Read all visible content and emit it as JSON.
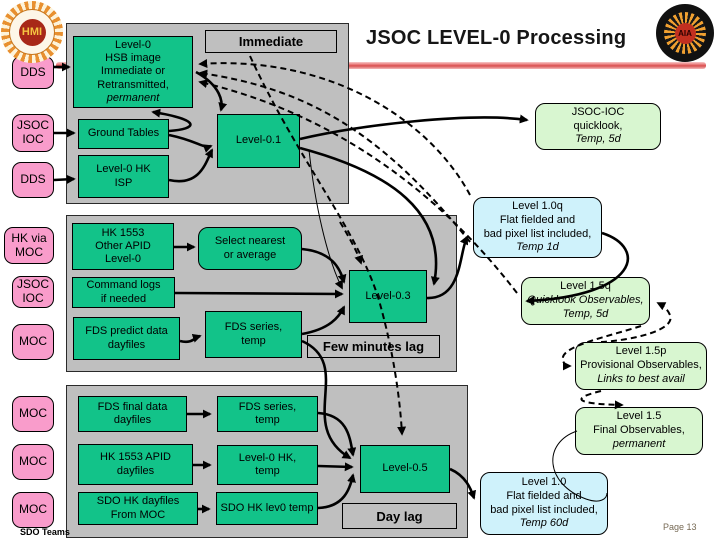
{
  "header": {
    "title": "JSOC LEVEL-0 Processing",
    "left_logo_text": "HMI",
    "right_logo_text": "AIA"
  },
  "footer": {
    "team": "SDO Teams",
    "page": "Page 13"
  },
  "stage_labels": {
    "immediate": "Immediate",
    "few_minutes_lag": "Few minutes lag",
    "day_lag": "Day lag"
  },
  "sources": {
    "dds_1": "DDS",
    "jsoc_ioc_1": "JSOC IOC",
    "dds_2": "DDS",
    "hk_via_moc": "HK via MOC",
    "jsoc_ioc_2": "JSOC IOC",
    "moc_1": "MOC",
    "moc_2": "MOC",
    "moc_3": "MOC",
    "moc_4": "MOC"
  },
  "boxes": {
    "hsb_image": {
      "lines": [
        {
          "t": "Level-0"
        },
        {
          "t": "HSB image"
        },
        {
          "t": "Immediate or"
        },
        {
          "t": "Retransmitted,"
        },
        {
          "t": "permanent",
          "i": true
        }
      ]
    },
    "ground_tables": {
      "lines": [
        {
          "t": "Ground Tables"
        }
      ]
    },
    "level0_hk_isp": {
      "lines": [
        {
          "t": "Level-0 HK"
        },
        {
          "t": "ISP"
        }
      ]
    },
    "level01": {
      "lines": [
        {
          "t": "Level-0.1"
        }
      ]
    },
    "hk1553_other_apid": {
      "lines": [
        {
          "t": "HK 1553"
        },
        {
          "t": "Other APID"
        },
        {
          "t": "Level-0"
        }
      ]
    },
    "select_nearest": {
      "lines": [
        {
          "t": "Select nearest"
        },
        {
          "t": "or average"
        }
      ]
    },
    "command_logs": {
      "lines": [
        {
          "t": "Command logs"
        },
        {
          "t": "if needed"
        }
      ]
    },
    "fds_predict": {
      "lines": [
        {
          "t": "FDS predict data"
        },
        {
          "t": "dayfiles"
        }
      ]
    },
    "fds_series_temp_1": {
      "lines": [
        {
          "t": "FDS series,"
        },
        {
          "t": "temp"
        }
      ]
    },
    "level03": {
      "lines": [
        {
          "t": "Level-0.3"
        }
      ]
    },
    "fds_final": {
      "lines": [
        {
          "t": "FDS final data"
        },
        {
          "t": "dayfiles"
        }
      ]
    },
    "fds_series_temp_2": {
      "lines": [
        {
          "t": "FDS series,"
        },
        {
          "t": "temp"
        }
      ]
    },
    "hk1553_apid_dayfiles": {
      "lines": [
        {
          "t": "HK 1553 APID"
        },
        {
          "t": "dayfiles"
        }
      ]
    },
    "level0_hk_temp": {
      "lines": [
        {
          "t": "Level-0 HK,"
        },
        {
          "t": "temp"
        }
      ]
    },
    "sdo_hk_dayfiles": {
      "lines": [
        {
          "t": "SDO HK dayfiles"
        },
        {
          "t": "From MOC"
        }
      ]
    },
    "sdo_hk_lev0_temp": {
      "lines": [
        {
          "t": "SDO HK lev0 temp"
        }
      ]
    },
    "level05": {
      "lines": [
        {
          "t": "Level-0.5"
        }
      ]
    }
  },
  "products": {
    "jsoc_ioc_quicklook": {
      "lines": [
        {
          "t": "JSOC-IOC"
        },
        {
          "t": "quicklook,"
        },
        {
          "t": "Temp, 5d",
          "i": true
        }
      ]
    },
    "level_10q": {
      "lines": [
        {
          "t": "Level 1.0q"
        },
        {
          "t": "Flat fielded and"
        },
        {
          "t": "bad pixel list included,"
        },
        {
          "t": "Temp 1d",
          "i": true
        }
      ]
    },
    "level_15q": {
      "lines": [
        {
          "t": "Level 1.5q"
        },
        {
          "t": "Quicklook Observables,",
          "i": true
        },
        {
          "t": "Temp, 5d",
          "i": true
        }
      ]
    },
    "level_15p": {
      "lines": [
        {
          "t": "Level 1.5p"
        },
        {
          "t": "Provisional Observables,"
        },
        {
          "t": "Links to best avail",
          "i": true
        }
      ]
    },
    "level_15": {
      "lines": [
        {
          "t": "Level 1.5"
        },
        {
          "t": "Final Observables,"
        },
        {
          "t": "permanent",
          "i": true
        }
      ]
    },
    "level_10": {
      "lines": [
        {
          "t": "Level 1.0"
        },
        {
          "t": "Flat fielded and"
        },
        {
          "t": "bad pixel list included,"
        },
        {
          "t": "Temp 60d",
          "i": true
        }
      ]
    }
  },
  "colors": {
    "process_green": "#12c389",
    "source_pink": "#f99ccb",
    "panel_gray": "#bfbfbf",
    "product_blue": "#cff2fb",
    "product_green": "#d8f6d0",
    "divider_red": "#d84f4f"
  }
}
